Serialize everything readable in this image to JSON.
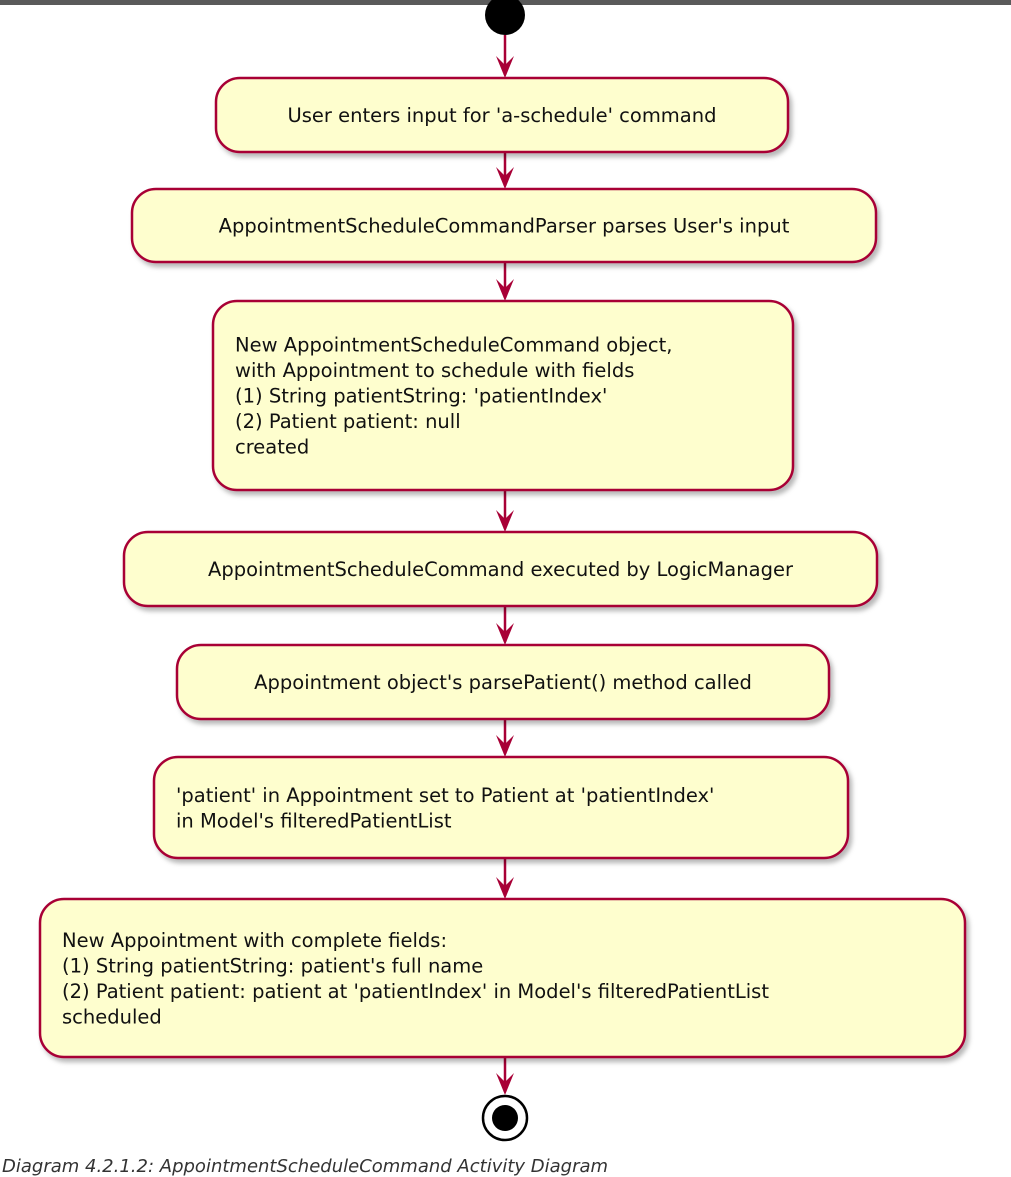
{
  "colors": {
    "node_fill": "#fefece",
    "node_stroke": "#a80036",
    "arrow": "#a80036",
    "terminal": "#000000"
  },
  "start_node": "start-dot",
  "end_node": "end-bullseye",
  "nodes": [
    {
      "lines": [
        "User enters input for 'a-schedule' command"
      ]
    },
    {
      "lines": [
        "AppointmentScheduleCommandParser parses User's input"
      ]
    },
    {
      "lines": [
        "New AppointmentScheduleCommand object,",
        "with Appointment to schedule with fields",
        "   (1) String patientString: 'patientIndex'",
        "   (2) Patient patient: null",
        "created"
      ]
    },
    {
      "lines": [
        "AppointmentScheduleCommand executed by LogicManager"
      ]
    },
    {
      "lines": [
        "Appointment object's parsePatient() method called"
      ]
    },
    {
      "lines": [
        "'patient' in Appointment set to Patient at 'patientIndex'",
        "in Model's filteredPatientList"
      ]
    },
    {
      "lines": [
        "New Appointment with complete fields:",
        "   (1) String patientString: patient's full name",
        "   (2) Patient patient: patient at 'patientIndex' in Model's filteredPatientList",
        "scheduled"
      ]
    }
  ],
  "caption": "Diagram 4.2.1.2: AppointmentScheduleCommand Activity Diagram"
}
